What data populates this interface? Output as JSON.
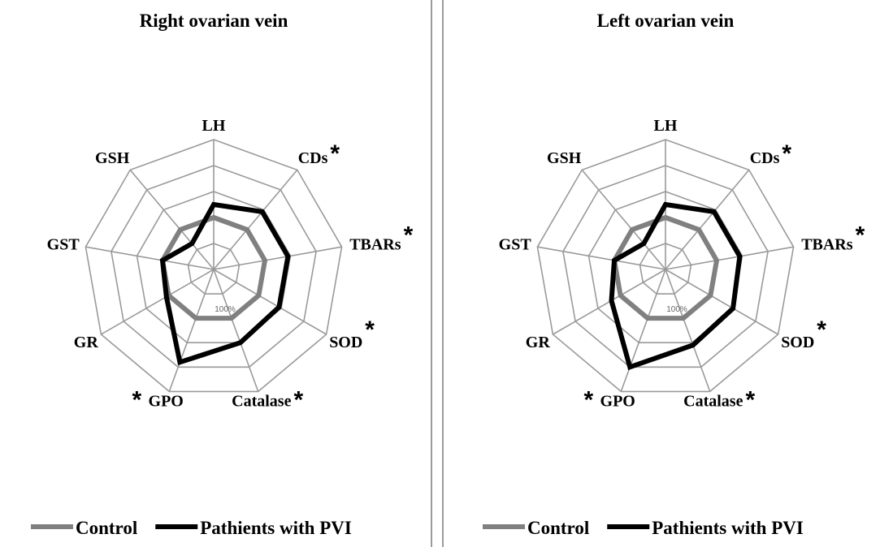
{
  "chart_data": [
    {
      "type": "radar",
      "title": "Right ovarian vein",
      "axes": [
        "LH",
        "CDs",
        "TBARs",
        "SOD",
        "Catalase",
        "GPO",
        "GR",
        "GST",
        "GSH"
      ],
      "significant": [
        "CDs",
        "TBARs",
        "SOD",
        "Catalase",
        "GPO"
      ],
      "significance_marker": "*",
      "tick_label": "100%",
      "rlim": [
        0,
        250
      ],
      "grid_rings": [
        50,
        100,
        150,
        200,
        250
      ],
      "series": [
        {
          "name": "Control",
          "color": "#808080",
          "values": [
            100,
            100,
            100,
            100,
            100,
            100,
            100,
            100,
            100
          ]
        },
        {
          "name": "Pathients with PVI",
          "color": "#000000",
          "values": [
            125,
            145,
            145,
            145,
            150,
            190,
            105,
            100,
            65
          ]
        }
      ],
      "legend_position": "bottom"
    },
    {
      "type": "radar",
      "title": "Left ovarian vein",
      "axes": [
        "LH",
        "CDs",
        "TBARs",
        "SOD",
        "Catalase",
        "GPO",
        "GR",
        "GST",
        "GSH"
      ],
      "significant": [
        "CDs",
        "TBARs",
        "SOD",
        "Catalase",
        "GPO"
      ],
      "significance_marker": "*",
      "tick_label": "100%",
      "rlim": [
        0,
        250
      ],
      "grid_rings": [
        50,
        100,
        150,
        200,
        250
      ],
      "series": [
        {
          "name": "Control",
          "color": "#808080",
          "values": [
            100,
            100,
            100,
            100,
            100,
            100,
            100,
            100,
            100
          ]
        },
        {
          "name": "Pathients with PVI",
          "color": "#000000",
          "values": [
            125,
            145,
            145,
            150,
            155,
            200,
            120,
            100,
            65
          ]
        }
      ],
      "legend_position": "bottom"
    }
  ]
}
